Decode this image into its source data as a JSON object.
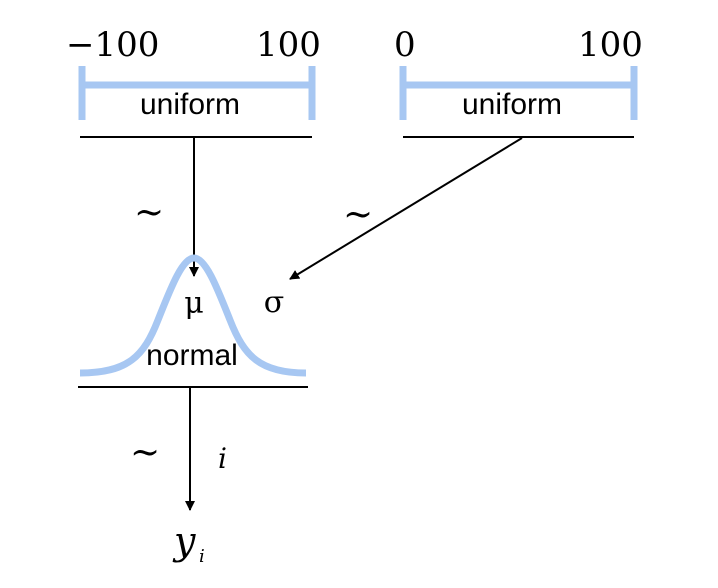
{
  "colors": {
    "distribution_shape": "#a7c7f2",
    "lines": "#000000",
    "background": "#ffffff"
  },
  "prior_mu": {
    "distribution": "uniform",
    "lower": "−100",
    "upper": "100",
    "relation": "~"
  },
  "prior_sigma": {
    "distribution": "uniform",
    "lower": "0",
    "upper": "100",
    "relation": "~"
  },
  "likelihood": {
    "distribution": "normal",
    "param_mu": "μ",
    "param_sigma": "σ"
  },
  "observation": {
    "relation": "~",
    "index": "i",
    "variable": "y",
    "subscript": "i"
  }
}
